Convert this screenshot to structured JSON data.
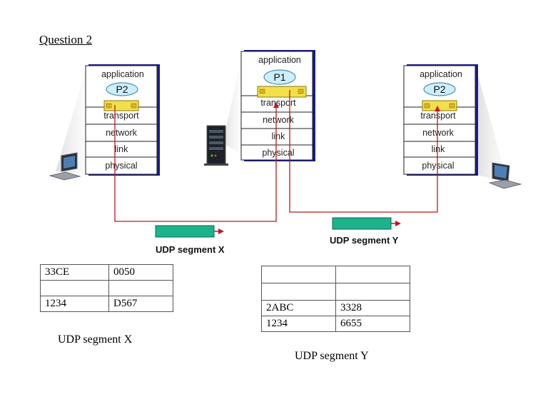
{
  "question_title": "Question 2",
  "hosts": {
    "left": {
      "layers": [
        "application",
        "transport",
        "network",
        "link",
        "physical"
      ],
      "process": "P2"
    },
    "middle": {
      "layers": [
        "application",
        "transport",
        "network",
        "link",
        "physical"
      ],
      "process": "P1"
    },
    "right": {
      "layers": [
        "application",
        "transport",
        "network",
        "link",
        "physical"
      ],
      "process": "P2"
    }
  },
  "segments": {
    "x_label": "UDP segment X",
    "y_label": "UDP segment Y"
  },
  "table_x": {
    "rows": [
      [
        "33CE",
        "0050"
      ],
      [
        "",
        ""
      ],
      [
        "1234",
        "D567"
      ]
    ],
    "caption": "UDP segment X"
  },
  "table_y": {
    "rows": [
      [
        "",
        ""
      ],
      [
        "",
        ""
      ],
      [
        "2ABC",
        "3328"
      ],
      [
        "1234",
        "6655"
      ]
    ],
    "caption": "UDP segment Y"
  },
  "colors": {
    "arrow": "#c0171c",
    "segment_box": "#1db38a",
    "socket": "#f2e04a",
    "process": "#cdeefa",
    "frame_shadow": "#1a1a8c"
  }
}
